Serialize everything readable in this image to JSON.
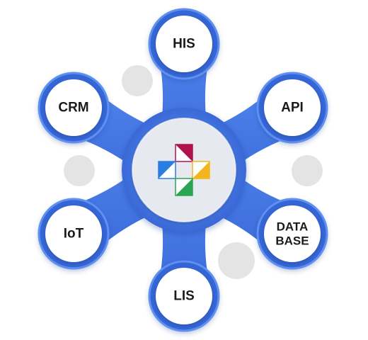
{
  "diagram": {
    "nodes": [
      {
        "id": "his",
        "lines": [
          "HIS"
        ]
      },
      {
        "id": "api",
        "lines": [
          "API"
        ]
      },
      {
        "id": "database",
        "lines": [
          "DATA",
          "BASE"
        ]
      },
      {
        "id": "lis",
        "lines": [
          "LIS"
        ]
      },
      {
        "id": "iot",
        "lines": [
          "IoT"
        ]
      },
      {
        "id": "crm",
        "lines": [
          "CRM"
        ]
      }
    ],
    "center_logo": {
      "name": "medical-cross-logo-icon",
      "colors": {
        "top": "#b0124e",
        "left": "#2a7de1",
        "right": "#f2b51c",
        "bottom": "#2aa552"
      }
    },
    "colors": {
      "hub": "#3566d6",
      "hub_light": "#5f8ff0",
      "node_fill": "#ffffff",
      "ring": "#4a7ae6",
      "text": "#1b1b1b",
      "decor_circle": "#e4e4e4"
    }
  }
}
